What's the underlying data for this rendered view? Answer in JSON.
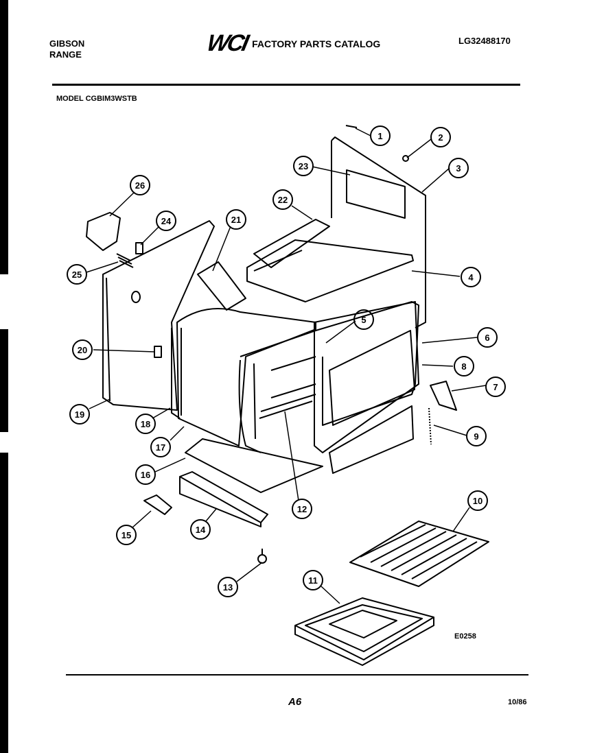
{
  "header": {
    "brand_line1": "GIBSON",
    "brand_line2": "RANGE",
    "logo_text": "WCI",
    "catalog_title": "FACTORY PARTS CATALOG",
    "doc_number": "LG32488170",
    "model_label": "MODEL CGBIM3WSTB"
  },
  "callouts": [
    "1",
    "2",
    "3",
    "4",
    "5",
    "6",
    "7",
    "8",
    "9",
    "10",
    "11",
    "12",
    "13",
    "14",
    "15",
    "16",
    "17",
    "18",
    "19",
    "20",
    "21",
    "22",
    "23",
    "24",
    "25",
    "26"
  ],
  "footer": {
    "figure_code": "E0258",
    "page_number": "A6",
    "date": "10/86"
  }
}
